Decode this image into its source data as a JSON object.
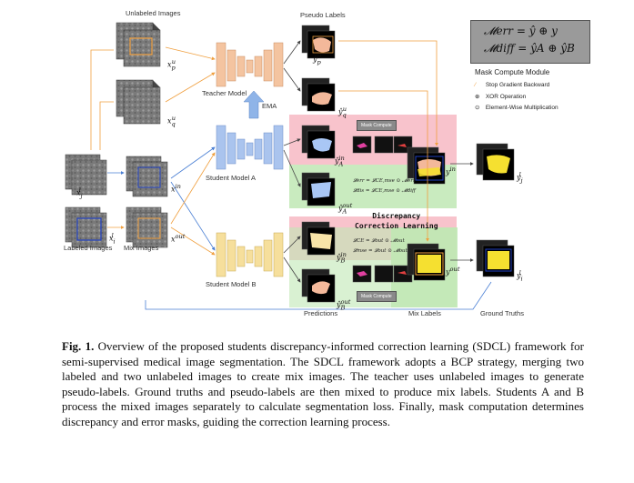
{
  "figure": {
    "labels": {
      "unlabeled_images": "Unlabeled Images",
      "pseudo_labels": "Pseudo Labels",
      "teacher_model": "Teacher Model",
      "ema": "EMA",
      "student_model_a": "Student Model A",
      "student_model_b": "Student Model B",
      "labeled_images": "Labeled Images",
      "mix_images": "Mix Images",
      "predictions": "Predictions",
      "mix_labels": "Mix Labels",
      "ground_truths": "Ground Truths",
      "mask_compute_top": "Mask Compute",
      "mask_compute_bottom": "Mask Compute",
      "dcl_line1": "Discrepancy",
      "dcl_line2": "Correction Learning"
    },
    "symbols": {
      "xpu": "x",
      "xqu": "x",
      "xjl": "x",
      "xil": "x",
      "xin": "x",
      "xout": "x",
      "yp": "ŷ",
      "yq": "ŷ",
      "yA_in": "ŷ",
      "yA_out": "ŷ",
      "yB_in": "ŷ",
      "yB_out": "ŷ",
      "y_in": "y",
      "y_out": "y",
      "yj": "y",
      "yi": "y"
    },
    "legend": {
      "eq1": "𝓜err = ŷ ⊕ y",
      "eq2": "𝓜diff = ŷA ⊕ ŷB",
      "title": "Mask Compute Module",
      "items": [
        {
          "symbol": "⁄",
          "text": "Stop Gradient Backward"
        },
        {
          "symbol": "⊕",
          "text": "XOR Operation"
        },
        {
          "symbol": "⊙",
          "text": "Element-Wise Multiplication"
        }
      ]
    },
    "losses": {
      "l1": "𝓛err = 𝓛CE,mse ⊙ 𝓜err",
      "l2": "𝓛dis = 𝓛CE,mse ⊙ 𝓜diff",
      "l3": "𝓛CE = 𝓛out ⊙ 𝓜out",
      "l4": "𝓛mse = 𝓛out ⊙ 𝓜out"
    }
  },
  "caption": {
    "label": "Fig. 1.",
    "text": "Overview of the proposed students discrepancy-informed correction learning (SDCL) framework for semi-supervised medical image segmentation. The SDCL framework adopts a BCP strategy, merging two labeled and two unlabeled images to create mix images. The teacher uses unlabeled images to generate pseudo-labels. Ground truths and pseudo-labels are then mixed to produce mix labels. Students A and B process the mixed images separately to calculate segmentation loss. Finally, mask computation determines discrepancy and error masks, guiding the correction learning process."
  }
}
